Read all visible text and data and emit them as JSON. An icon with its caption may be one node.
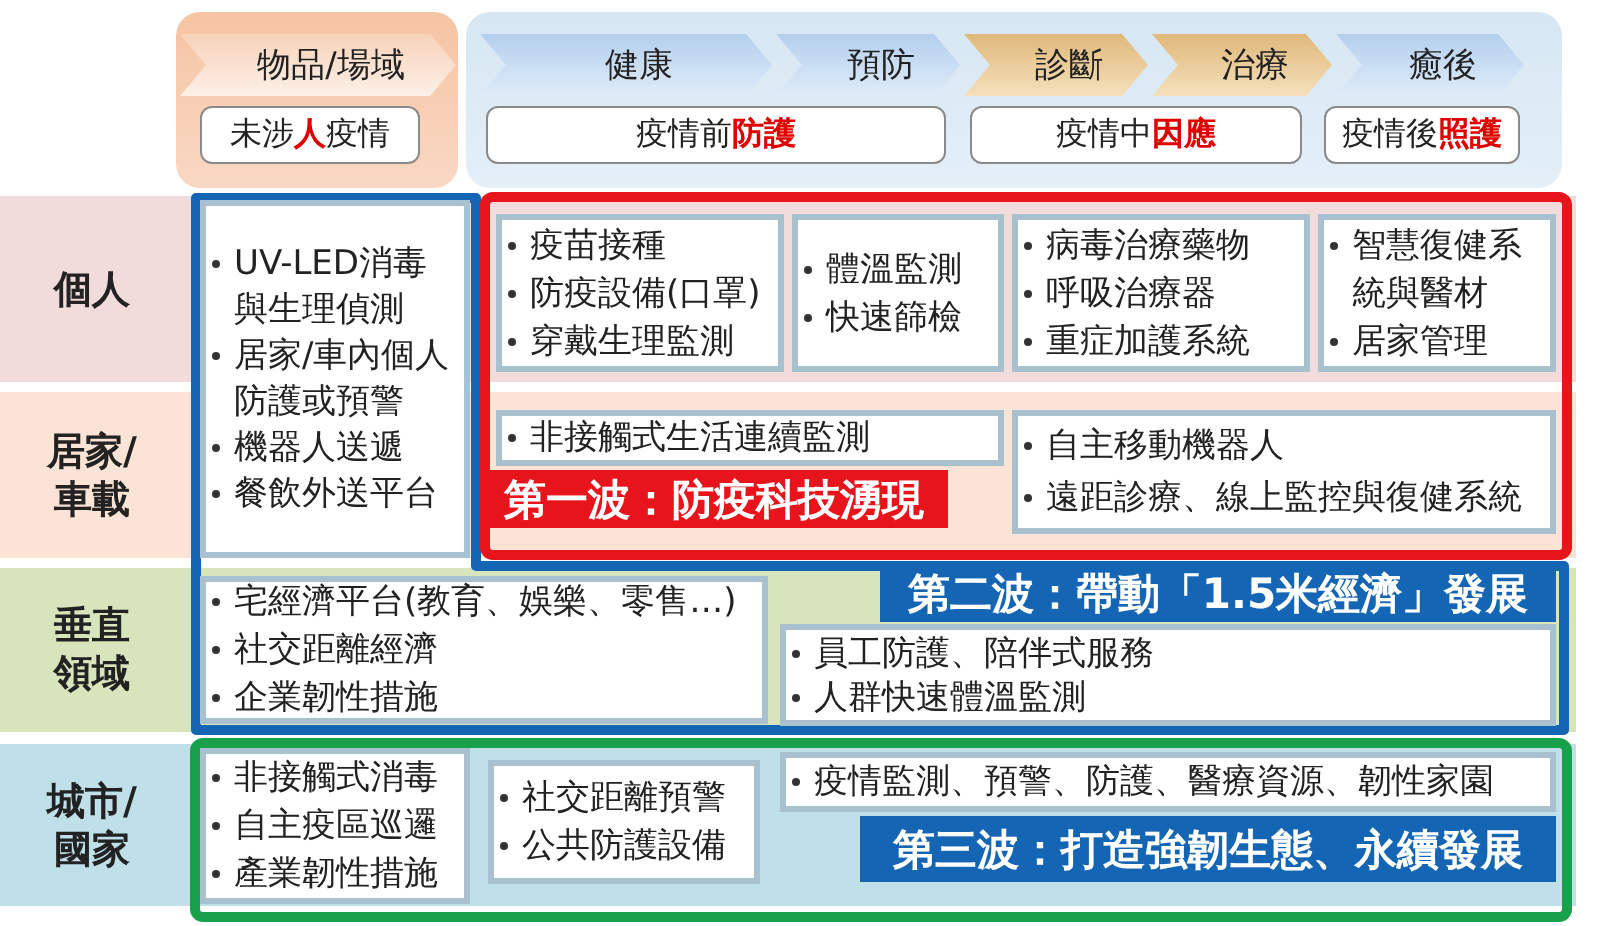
{
  "diagram": {
    "nodes": [
      {
        "text": [],
        "shape": "box"
      },
      {
        "text": [
          "物品/場域"
        ],
        "in": 0
      },
      {
        "text": [
          "未涉**人**疫情"
        ],
        "in": 0
      },
      {
        "text": [],
        "shape": "box"
      },
      {
        "text": [
          "健康"
        ],
        "in": 3
      },
      {
        "text": [
          "預防"
        ],
        "in": 3
      },
      {
        "text": [
          "診斷"
        ],
        "in": 3
      },
      {
        "text": [
          "治療"
        ],
        "in": 3
      },
      {
        "text": [
          "癒後"
        ],
        "in": 3
      },
      {
        "text": [
          "疫情前**防護**"
        ],
        "in": 3
      },
      {
        "text": [
          "疫情中**因應**"
        ],
        "in": 3
      },
      {
        "text": [
          "疫情後**照護**"
        ],
        "in": 3
      },
      {
        "text": [
          "個人"
        ]
      },
      {
        "text": [
          "居家/車載"
        ]
      },
      {
        "text": [
          "垂直領域"
        ]
      },
      {
        "text": [
          "城市/國家"
        ]
      },
      {
        "text": [
          "第二波：帶動「1.5米經濟」發展"
        ]
      },
      {
        "text": [
          "UV-LED消毒與生理偵測",
          "居家/車內個人防護或預警",
          "機器人送遞",
          "餐飲外送平台"
        ],
        "in": 16
      },
      {
        "text": [
          "第一波：防疫科技湧現"
        ]
      },
      {
        "text": [
          "疫苗接種",
          "防疫設備(口罩)",
          "穿戴生理監測"
        ],
        "in": 18
      },
      {
        "text": [
          "體溫監測",
          "快速篩檢"
        ],
        "in": 18
      },
      {
        "text": [
          "病毒治療藥物",
          "呼吸治療器",
          "重症加護系統"
        ],
        "in": 18
      },
      {
        "text": [
          "智慧復健系統與醫材",
          "居家管理"
        ],
        "in": 18
      },
      {
        "text": [
          "非接觸式生活連續監測"
        ],
        "in": 18
      },
      {
        "text": [
          "自主移動機器人",
          "遠距診療、線上監控與復健系統"
        ],
        "in": 18
      },
      {
        "text": [
          "宅經濟平台(教育、娛樂、零售…)",
          "社交距離經濟",
          "企業韌性措施"
        ],
        "in": 16
      },
      {
        "text": [
          "員工防護、陪伴式服務",
          "人群快速體溫監測"
        ],
        "in": 16
      },
      {
        "text": [
          "第三波：打造強韌生態、永續發展"
        ]
      },
      {
        "text": [
          "非接觸式消毒",
          "自主疫區巡邏",
          "產業韌性措施"
        ],
        "in": 27
      },
      {
        "text": [
          "社交距離預警",
          "公共防護設備"
        ],
        "in": 27
      },
      {
        "text": [
          "疫情監測、預警、防護、醫療資源、韌性家園"
        ],
        "in": 27
      }
    ]
  }
}
